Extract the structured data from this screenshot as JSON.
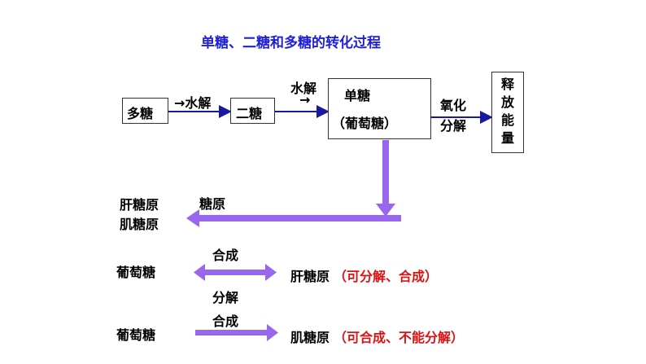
{
  "title": "单糖、二糖和多糖的转化过程",
  "flow": {
    "polysaccharide": "多糖",
    "hydrolysis_1": "→水解",
    "disaccharide": "二糖",
    "hydrolysis_2_arrow": "→",
    "hydrolysis_2": "水解",
    "monosaccharide_line1": "单糖",
    "monosaccharide_line2": "（葡萄糖）",
    "oxidation_line1": "氧化",
    "oxidation_line2": "分解",
    "release_energy": [
      "释",
      "放",
      "能",
      "量"
    ]
  },
  "glycogen": {
    "label": "糖原",
    "liver_glycogen": "肝糖原",
    "muscle_glycogen": "肌糖原"
  },
  "liver_path": {
    "glucose": "葡萄糖",
    "synthesis": "合成",
    "decomposition": "分解",
    "target": "肝糖原",
    "note": "（可分解、合成）"
  },
  "muscle_path": {
    "glucose": "葡萄糖",
    "synthesis": "合成",
    "target": "肌糖原",
    "note": "（可合成、不能分解）"
  },
  "colors": {
    "title": "#1f1fd6",
    "flow_arrow": "#1a1aa0",
    "purple_arrow": "#9966ee",
    "note_red": "#e01010"
  }
}
